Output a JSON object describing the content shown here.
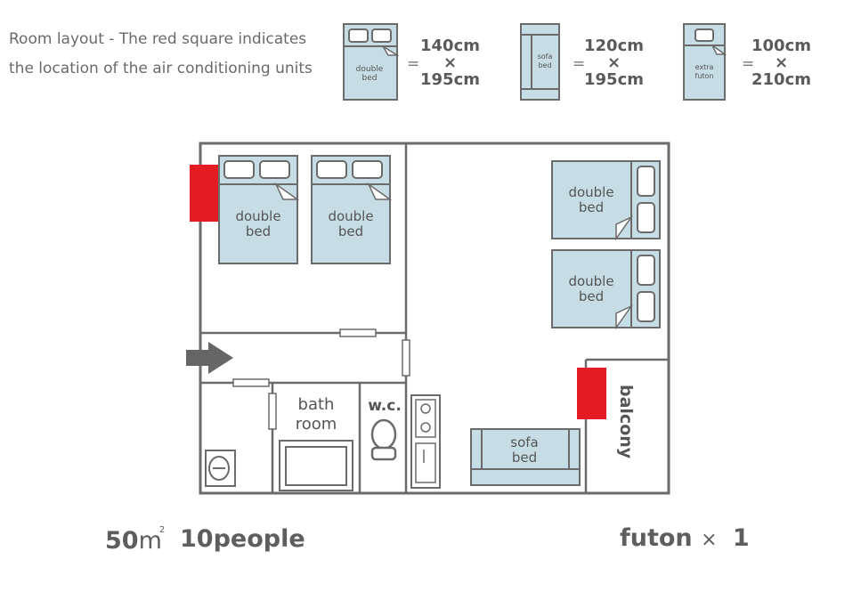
{
  "header": {
    "caption_line1": "Room layout - The red square indicates",
    "caption_line2": "the location of the air conditioning units"
  },
  "legend": [
    {
      "label_line1": "double",
      "label_line2": "bed",
      "width": "140cm",
      "times": "×",
      "length": "195cm",
      "equals": "="
    },
    {
      "label_line1": "sofa",
      "label_line2": "bed",
      "width": "120cm",
      "times": "×",
      "length": "195cm",
      "equals": "="
    },
    {
      "label_line1": "extra",
      "label_line2": "futon",
      "width": "100cm",
      "times": "×",
      "length": "210cm",
      "equals": "="
    }
  ],
  "rooms": {
    "double_bed_label_1": "double",
    "double_bed_label_2": "bed",
    "bath_1": "bath",
    "bath_2": "room",
    "wc": "w.c.",
    "sofa_1": "sofa",
    "sofa_2": "bed",
    "balcony": "balcony"
  },
  "footer": {
    "area_value": "50",
    "area_unit": "m",
    "area_superscript": "2",
    "people": "10people",
    "futon_label": "futon",
    "futon_times": "×",
    "futon_count": "1"
  },
  "colors": {
    "bed_fill": "#c6dde5",
    "wall": "#6b6b6b",
    "ac_red": "#e31b23",
    "arrow": "#666666"
  }
}
